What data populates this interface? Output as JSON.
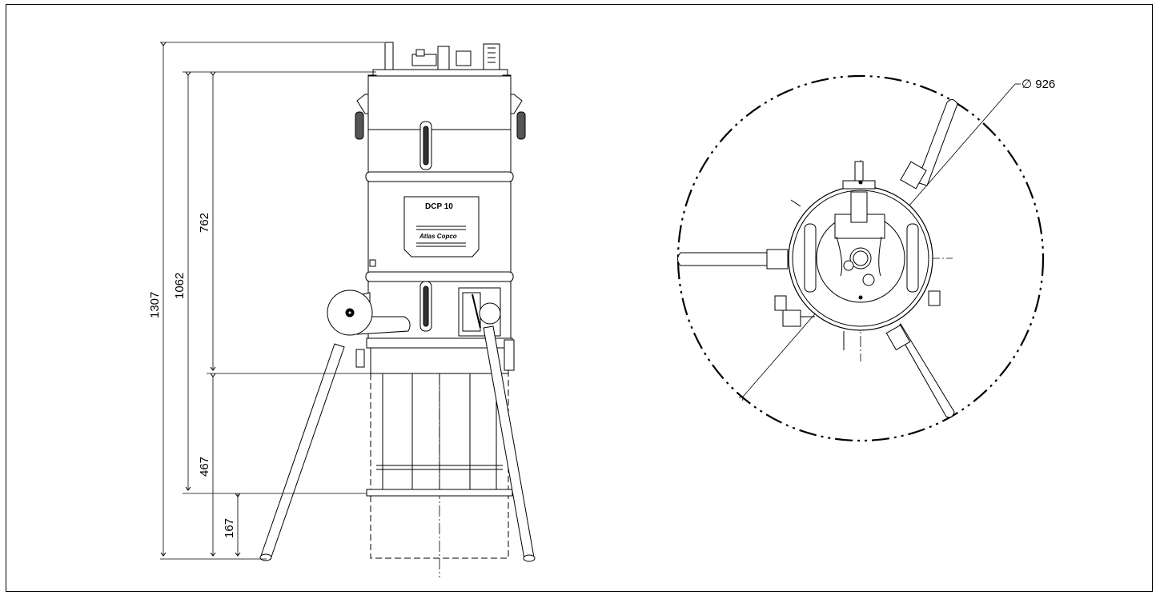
{
  "drawing": {
    "product_plate": "DCP 10",
    "brand": "Atlas Copco",
    "dimensions": {
      "overall_height": "1307",
      "height_to_lid": "1062",
      "upper_section": "762",
      "lower_section": "467",
      "bottom_clearance": "167",
      "diameter": "∅ 926"
    }
  }
}
